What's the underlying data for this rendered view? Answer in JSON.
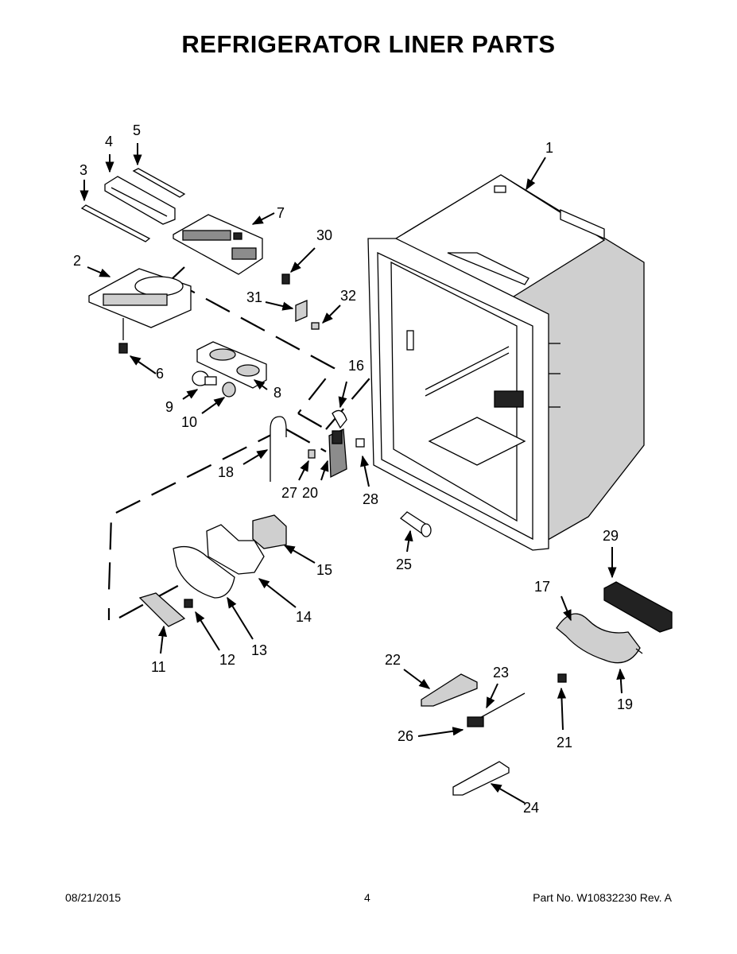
{
  "title": "REFRIGERATOR LINER PARTS",
  "footer": {
    "date": "08/21/2015",
    "page": "4",
    "part_number": "Part No.  W10832230  Rev.  A"
  },
  "callouts": [
    "1",
    "2",
    "3",
    "4",
    "5",
    "6",
    "7",
    "8",
    "9",
    "10",
    "11",
    "12",
    "13",
    "14",
    "15",
    "16",
    "17",
    "18",
    "19",
    "20",
    "21",
    "22",
    "23",
    "24",
    "25",
    "26",
    "27",
    "28",
    "29",
    "30",
    "31",
    "32"
  ]
}
